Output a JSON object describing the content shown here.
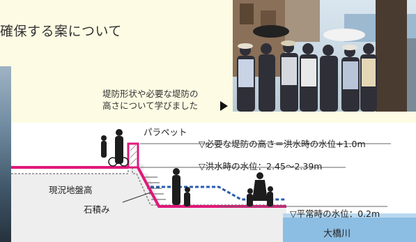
{
  "title": "確保する案について",
  "caption": {
    "line1": "堤防形状や必要な堤防の",
    "line2": "高さについて学びました"
  },
  "diagram": {
    "parapet_label": "パラペット",
    "required_height_label": "▽必要な堤防の高さ＝洪水時の水位+1.0m",
    "flood_level_label": "▽洪水時の水位：2.45〜2.39m",
    "ground_label": "現況地盤高",
    "stone_label": "石積み",
    "normal_level_label": "▽平常時の水位：0.2m",
    "river_label": "大橋川"
  },
  "colors": {
    "levee_line": "#e0187a",
    "flood_line": "#2a5db0",
    "water": "#7fb3dc",
    "background": "#fdfbe3"
  }
}
